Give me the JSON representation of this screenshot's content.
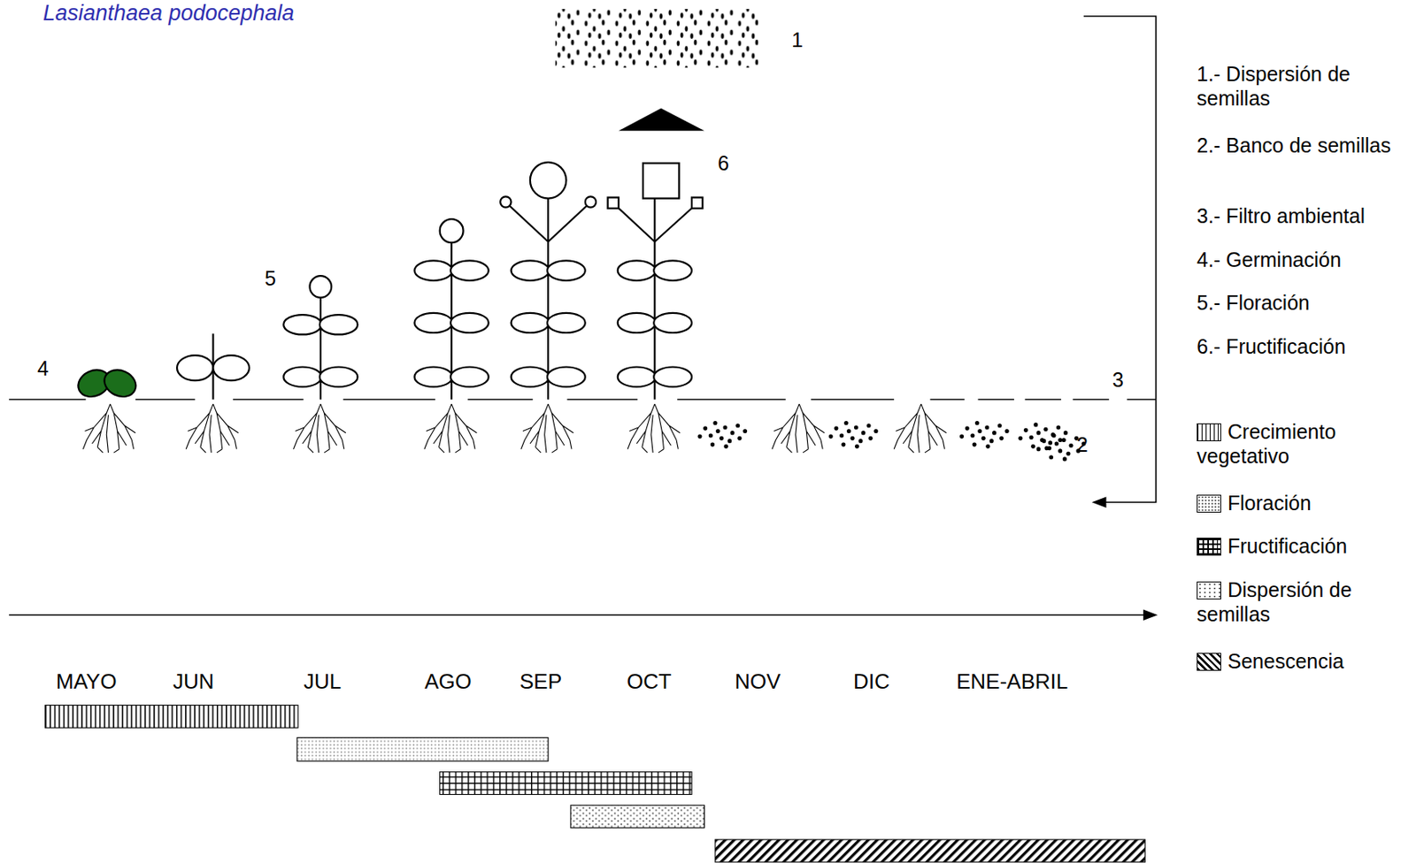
{
  "diagram": {
    "title": "Lasianthaea podocephala",
    "labels": [
      "1",
      "6",
      "5",
      "4",
      "3",
      "2",
      "1.- Dispersión de semillas",
      "2.- Banco de semillas",
      "3.- Filtro ambiental",
      "4.- Germinación",
      "5.- Floración",
      "6.- Fructificación",
      "MAYO",
      "JUN",
      "JUL",
      "AGO",
      "SEP",
      "OCT",
      "NOV",
      "DIC",
      "ENE-ABRIL"
    ],
    "legend": [
      {
        "text": "Crecimiento vegetativo"
      },
      {
        "text": "Floración"
      },
      {
        "text": "Fructificación"
      },
      {
        "text": "Dispersión de semillas"
      },
      {
        "text": "Senescencia"
      }
    ]
  }
}
